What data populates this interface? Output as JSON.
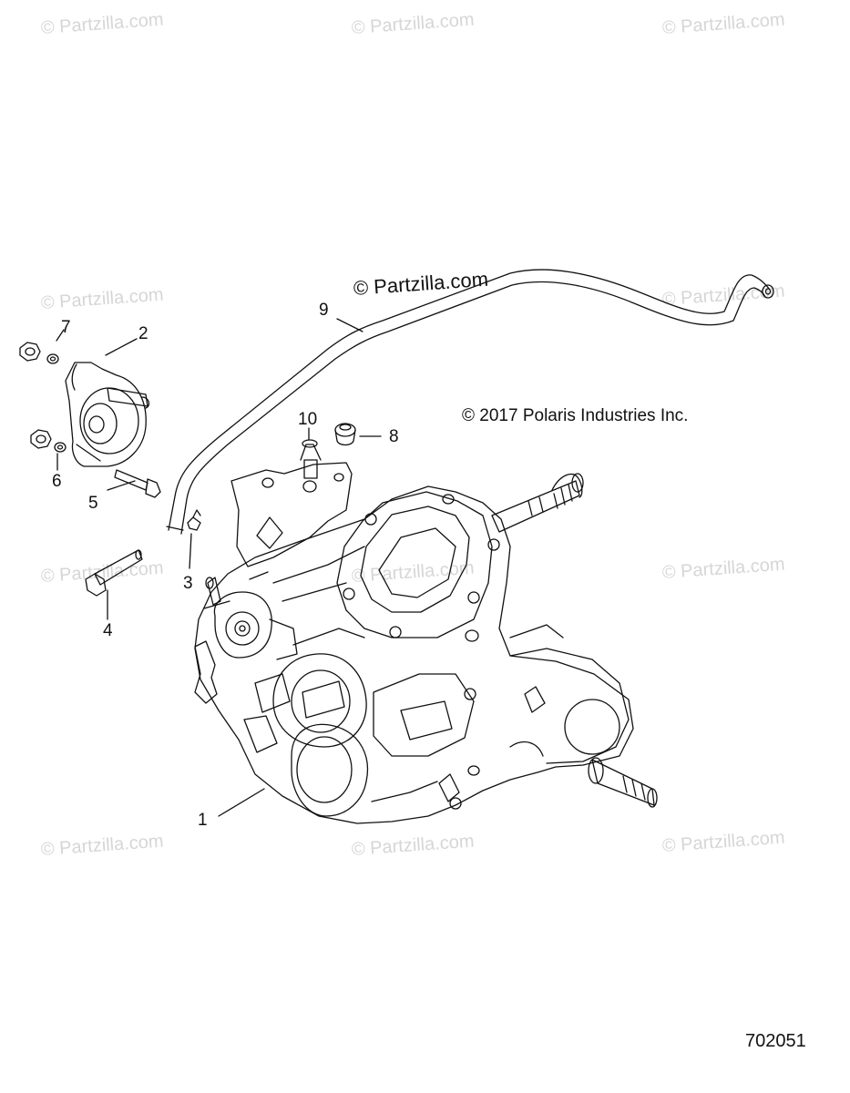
{
  "watermark": "© Partzilla.com",
  "watermark_center": "© Partzilla.com",
  "copyright": "© 2017 Polaris Industries Inc.",
  "diagram_id": "702051",
  "callouts": {
    "c1": "1",
    "c2": "2",
    "c3": "3",
    "c4": "4",
    "c5": "5",
    "c6": "6",
    "c7": "7",
    "c8": "8",
    "c9": "9",
    "c10": "10"
  },
  "colors": {
    "line": "#111111",
    "watermark": "#d6d6d6"
  }
}
